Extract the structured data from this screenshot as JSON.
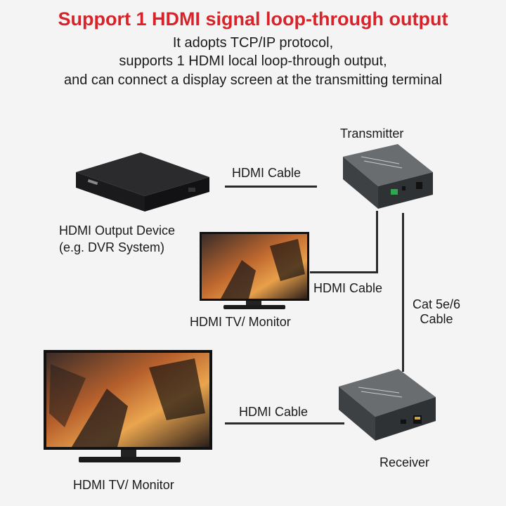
{
  "header": {
    "title": "Support 1 HDMI signal loop-through output",
    "line1": "It adopts TCP/IP protocol,",
    "line2": "supports 1 HDMI local loop-through output,",
    "line3": "and can connect a display screen at the transmitting terminal"
  },
  "labels": {
    "transmitter": "Transmitter",
    "receiver": "Receiver",
    "hdmi_cable_top": "HDMI Cable",
    "hdmi_cable_mid": "HDMI Cable",
    "hdmi_cable_bottom": "HDMI Cable",
    "cat_line1": "Cat 5e/6",
    "cat_line2": "Cable",
    "output_device_line1": "HDMI Output Device",
    "output_device_line2": "(e.g. DVR System)",
    "monitor_small": "HDMI TV/ Monitor",
    "monitor_large": "HDMI TV/ Monitor"
  },
  "icons": {
    "dvr": "dvr-box-icon",
    "transmitter": "transmitter-box-icon",
    "receiver": "receiver-box-icon",
    "monitor_small": "monitor-icon",
    "monitor_large": "monitor-icon"
  },
  "colors": {
    "title": "#d8232a",
    "text": "#1a1a1a",
    "line": "#2a2a2a",
    "device": "#4a4d50"
  }
}
